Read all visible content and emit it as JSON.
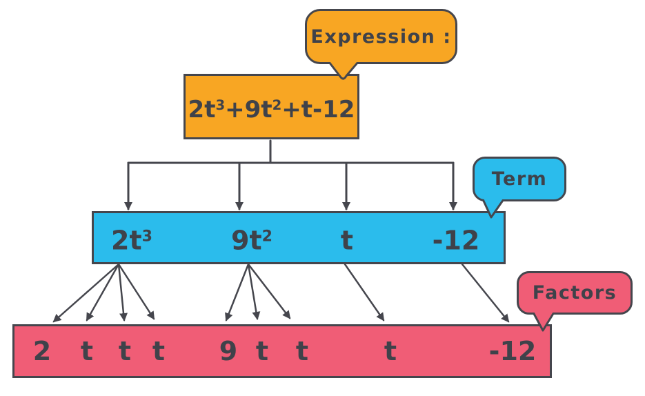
{
  "bubbles": {
    "expression": "Expression :",
    "term": "Term",
    "factors": "Factors"
  },
  "expression": {
    "full_text": "2t³+9t²+t-12",
    "segments": [
      {
        "text": "2t",
        "sup": "3"
      },
      {
        "text": "+9t",
        "sup": "2"
      },
      {
        "text": "+t-12",
        "sup": ""
      }
    ]
  },
  "terms": [
    {
      "base": "2t",
      "sup": "3"
    },
    {
      "base": "9t",
      "sup": "2"
    },
    {
      "base": "t",
      "sup": ""
    },
    {
      "base": "-12",
      "sup": ""
    }
  ],
  "factors": [
    "2",
    "t",
    "t",
    "t",
    "9",
    "t",
    "t",
    "t",
    "-12"
  ],
  "colors": {
    "expression_orange": "#F8A623",
    "term_blue": "#2BBCEC",
    "factors_pink": "#F05D76",
    "outline_dark": "#45464D",
    "background": "#FFFFFF"
  }
}
